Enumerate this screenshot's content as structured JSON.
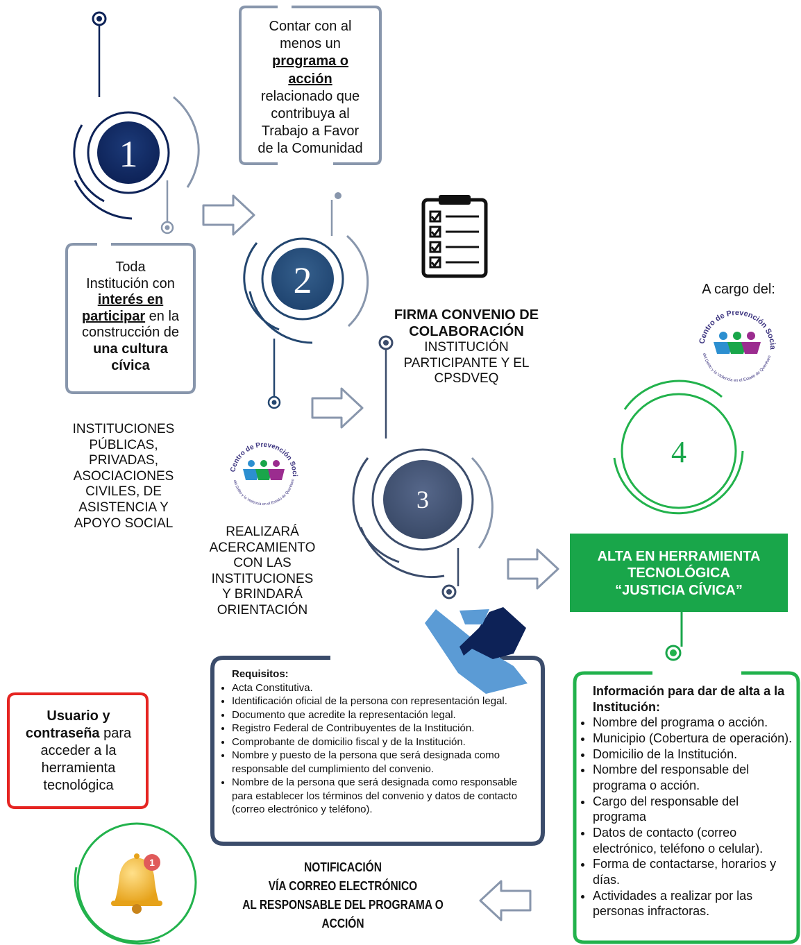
{
  "colors": {
    "navy": "#0d2257",
    "steel_blue": "#23466f",
    "slate": "#3b4c6b",
    "gray_blue": "#8896ac",
    "green": "#19a64a",
    "bright_green": "#22b24c",
    "red": "#e52421",
    "handshake_light": "#5b9bd5",
    "handshake_dark": "#0d2257"
  },
  "step1": {
    "number": "1",
    "box_lines": [
      "Toda",
      "Institución con"
    ],
    "bold1": "interés en",
    "bold2": "participar",
    "after_bold2": " en la",
    "line_construccion": "construcción de",
    "bold3": "una cultura",
    "bold4": "cívica",
    "institutions": [
      "INSTITUCIONES",
      "PÚBLICAS,",
      "PRIVADAS,",
      "ASOCIACIONES",
      "CIVILES, DE",
      "ASISTENCIA Y",
      "APOYO SOCIAL"
    ]
  },
  "step2": {
    "number": "2",
    "box_top": [
      "Contar con al",
      "menos un"
    ],
    "box_bold": [
      "programa o",
      "acción"
    ],
    "box_bottom": [
      "relacionado que",
      "contribuya al",
      "Trabajo a Favor",
      "de la Comunidad"
    ],
    "approach": [
      "REALIZARÁ",
      "ACERCAMIENTO",
      "CON LAS",
      "INSTITUCIONES",
      "Y BRINDARÁ",
      "ORIENTACIÓN"
    ]
  },
  "step3": {
    "number": "3",
    "firma_bold": [
      "FIRMA CONVENIO DE",
      "COLABORACIÓN"
    ],
    "firma_rest": [
      "INSTITUCIÓN",
      "PARTICIPANTE Y EL",
      "CPSDVEQ"
    ],
    "requirements_title": "Requisitos:",
    "requirements": [
      "Acta Constitutiva.",
      "Identificación oficial de la persona con representación legal.",
      "Documento que acredite la representación legal.",
      "Registro Federal de Contribuyentes de la Institución.",
      "Comprobante de domicilio fiscal y de la Institución.",
      "Nombre y puesto de la persona que será designada como responsable del cumplimiento del convenio.",
      "Nombre de la persona que será designada como responsable para establecer los términos del convenio y datos de contacto (correo electrónico y teléfono)."
    ]
  },
  "step4": {
    "number": "4",
    "a_cargo": "A cargo del:",
    "green_box": [
      "ALTA EN HERRAMIENTA",
      "TECNOLÓGICA",
      "“JUSTICIA CÍVICA”"
    ],
    "info_title": "Información para dar de alta a la Institución:",
    "info_items": [
      "Nombre del programa o acción.",
      "Municipio (Cobertura de operación).",
      "Domicilio de la Institución.",
      "Nombre del responsable del programa o acción.",
      "Cargo del responsable del programa",
      "Datos de contacto (correo electrónico, teléfono o celular).",
      "Forma de contactarse, horarios y días.",
      "Actividades a realizar por las personas infractoras."
    ]
  },
  "notification": {
    "lines": [
      "NOTIFICACIÓN",
      "VÍA CORREO ELECTRÓNICO",
      "AL RESPONSABLE DEL PROGRAMA O ACCIÓN"
    ],
    "badge": "1",
    "user_bold1": "Usuario y",
    "user_bold2": "contraseña",
    "user_after": " para",
    "user_rest": [
      "acceder a la",
      "herramienta",
      "tecnológica"
    ]
  },
  "logo": {
    "arc_top": "Centro de Prevención Social",
    "arc_bottom": "del Delito y la Violencia en el Estado de Querétaro"
  }
}
